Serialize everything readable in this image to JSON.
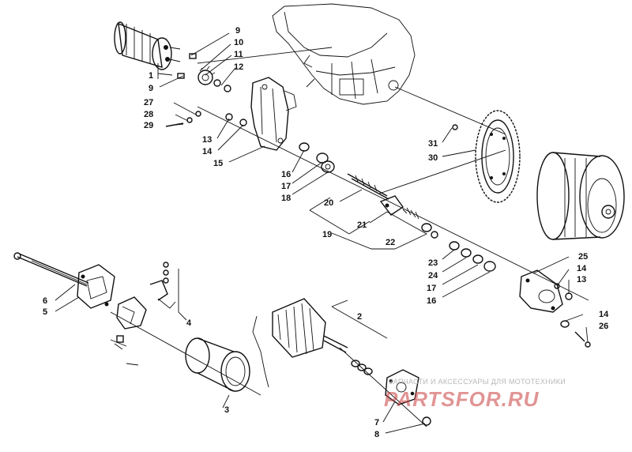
{
  "diagram": {
    "callouts": [
      {
        "id": "c1",
        "text": "1"
      },
      {
        "id": "c2",
        "text": "2"
      },
      {
        "id": "c3",
        "text": "3"
      },
      {
        "id": "c4",
        "text": "4"
      },
      {
        "id": "c5",
        "text": "5"
      },
      {
        "id": "c6",
        "text": "6"
      },
      {
        "id": "c7",
        "text": "7"
      },
      {
        "id": "c8",
        "text": "8"
      },
      {
        "id": "c9a",
        "text": "9"
      },
      {
        "id": "c9b",
        "text": "9"
      },
      {
        "id": "c10",
        "text": "10"
      },
      {
        "id": "c11",
        "text": "11"
      },
      {
        "id": "c12",
        "text": "12"
      },
      {
        "id": "c13a",
        "text": "13"
      },
      {
        "id": "c13b",
        "text": "13"
      },
      {
        "id": "c14a",
        "text": "14"
      },
      {
        "id": "c14b",
        "text": "14"
      },
      {
        "id": "c14c",
        "text": "14"
      },
      {
        "id": "c15",
        "text": "15"
      },
      {
        "id": "c16a",
        "text": "16"
      },
      {
        "id": "c16b",
        "text": "16"
      },
      {
        "id": "c17a",
        "text": "17"
      },
      {
        "id": "c17b",
        "text": "17"
      },
      {
        "id": "c18",
        "text": "18"
      },
      {
        "id": "c19",
        "text": "19"
      },
      {
        "id": "c20",
        "text": "20"
      },
      {
        "id": "c21",
        "text": "21"
      },
      {
        "id": "c22",
        "text": "22"
      },
      {
        "id": "c23",
        "text": "23"
      },
      {
        "id": "c24",
        "text": "24"
      },
      {
        "id": "c25",
        "text": "25"
      },
      {
        "id": "c26",
        "text": "26"
      },
      {
        "id": "c27",
        "text": "27"
      },
      {
        "id": "c28",
        "text": "28"
      },
      {
        "id": "c29",
        "text": "29"
      },
      {
        "id": "c30",
        "text": "30"
      },
      {
        "id": "c31",
        "text": "31"
      }
    ]
  },
  "watermark": {
    "caption": "ЗАПЧАСТИ И АКСЕССУАРЫ ДЛЯ МОТОТЕХНИКИ",
    "logo": "PARTSFOR.RU"
  }
}
